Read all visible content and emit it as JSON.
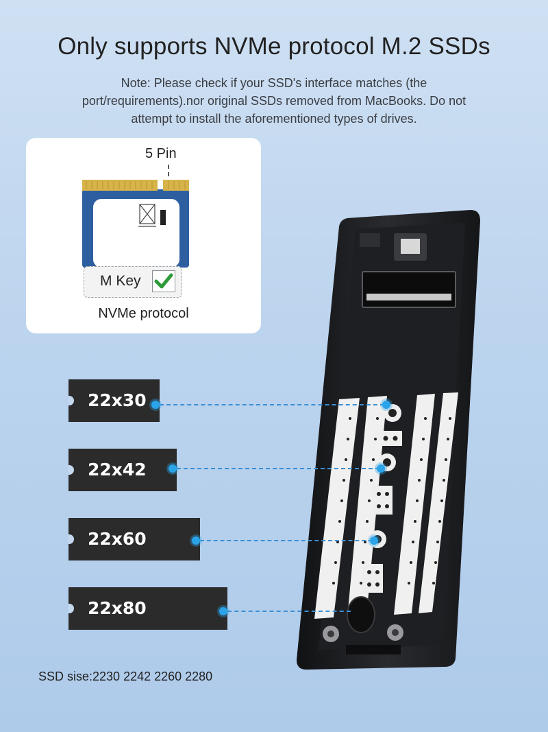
{
  "heading": "Only supports NVMe protocol M.2 SSDs",
  "note": "Note: Please check if your SSD's interface matches (the port/requirements).nor original SSDs removed from MacBooks. Do not attempt to install the aforementioned types of drives.",
  "card": {
    "pin_label": "5 Pin",
    "key_label": "M Key",
    "protocol_label": "NVMe protocol"
  },
  "sizes": [
    {
      "label": "22x30"
    },
    {
      "label": "22x42"
    },
    {
      "label": "22x60"
    },
    {
      "label": "22x80"
    }
  ],
  "footer": "SSD sise:2230 2242 2260 2280",
  "colors": {
    "background": "#bcd4ee",
    "enclosure": "#1c1d20",
    "accent": "#2aa3e8",
    "check": "#2e9a3a"
  }
}
